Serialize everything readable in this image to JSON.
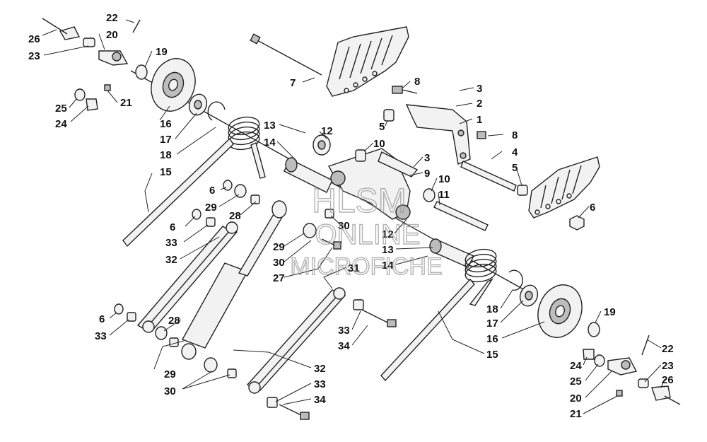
{
  "watermark": {
    "line1": "HLSM",
    "line2": "ONLINE",
    "line3": "MICROFICHE"
  },
  "callouts": [
    {
      "id": "c1",
      "text": "26"
    },
    {
      "id": "c2",
      "text": "22"
    },
    {
      "id": "c3",
      "text": "20"
    },
    {
      "id": "c4",
      "text": "23"
    },
    {
      "id": "c5",
      "text": "19"
    },
    {
      "id": "c6",
      "text": "25"
    },
    {
      "id": "c7",
      "text": "24"
    },
    {
      "id": "c8",
      "text": "21"
    },
    {
      "id": "c9",
      "text": "16"
    },
    {
      "id": "c10",
      "text": "17"
    },
    {
      "id": "c11",
      "text": "18"
    },
    {
      "id": "c12",
      "text": "15"
    },
    {
      "id": "c13",
      "text": "7"
    },
    {
      "id": "c14",
      "text": "8"
    },
    {
      "id": "c15",
      "text": "3"
    },
    {
      "id": "c16",
      "text": "2"
    },
    {
      "id": "c17",
      "text": "1"
    },
    {
      "id": "c18",
      "text": "5"
    },
    {
      "id": "c19",
      "text": "8"
    },
    {
      "id": "c20",
      "text": "4"
    },
    {
      "id": "c21",
      "text": "5"
    },
    {
      "id": "c22",
      "text": "13"
    },
    {
      "id": "c23",
      "text": "12"
    },
    {
      "id": "c24",
      "text": "14"
    },
    {
      "id": "c25",
      "text": "10"
    },
    {
      "id": "c26",
      "text": "3"
    },
    {
      "id": "c27",
      "text": "9"
    },
    {
      "id": "c28",
      "text": "10"
    },
    {
      "id": "c29",
      "text": "11"
    },
    {
      "id": "c30",
      "text": "6"
    },
    {
      "id": "c31",
      "text": "6"
    },
    {
      "id": "c32",
      "text": "29"
    },
    {
      "id": "c33",
      "text": "28"
    },
    {
      "id": "c34",
      "text": "6"
    },
    {
      "id": "c35",
      "text": "33"
    },
    {
      "id": "c36",
      "text": "32"
    },
    {
      "id": "c37",
      "text": "30"
    },
    {
      "id": "c38",
      "text": "29"
    },
    {
      "id": "c39",
      "text": "30"
    },
    {
      "id": "c40",
      "text": "27"
    },
    {
      "id": "c41",
      "text": "31"
    },
    {
      "id": "c42",
      "text": "12"
    },
    {
      "id": "c43",
      "text": "13"
    },
    {
      "id": "c44",
      "text": "14"
    },
    {
      "id": "c45",
      "text": "6"
    },
    {
      "id": "c46",
      "text": "33"
    },
    {
      "id": "c47",
      "text": "28"
    },
    {
      "id": "c48",
      "text": "29"
    },
    {
      "id": "c49",
      "text": "30"
    },
    {
      "id": "c50",
      "text": "33"
    },
    {
      "id": "c51",
      "text": "34"
    },
    {
      "id": "c52",
      "text": "32"
    },
    {
      "id": "c53",
      "text": "33"
    },
    {
      "id": "c54",
      "text": "34"
    },
    {
      "id": "c55",
      "text": "18"
    },
    {
      "id": "c56",
      "text": "17"
    },
    {
      "id": "c57",
      "text": "16"
    },
    {
      "id": "c58",
      "text": "15"
    },
    {
      "id": "c59",
      "text": "19"
    },
    {
      "id": "c60",
      "text": "22"
    },
    {
      "id": "c61",
      "text": "24"
    },
    {
      "id": "c62",
      "text": "23"
    },
    {
      "id": "c63",
      "text": "25"
    },
    {
      "id": "c64",
      "text": "26"
    },
    {
      "id": "c65",
      "text": "20"
    },
    {
      "id": "c66",
      "text": "21"
    }
  ]
}
